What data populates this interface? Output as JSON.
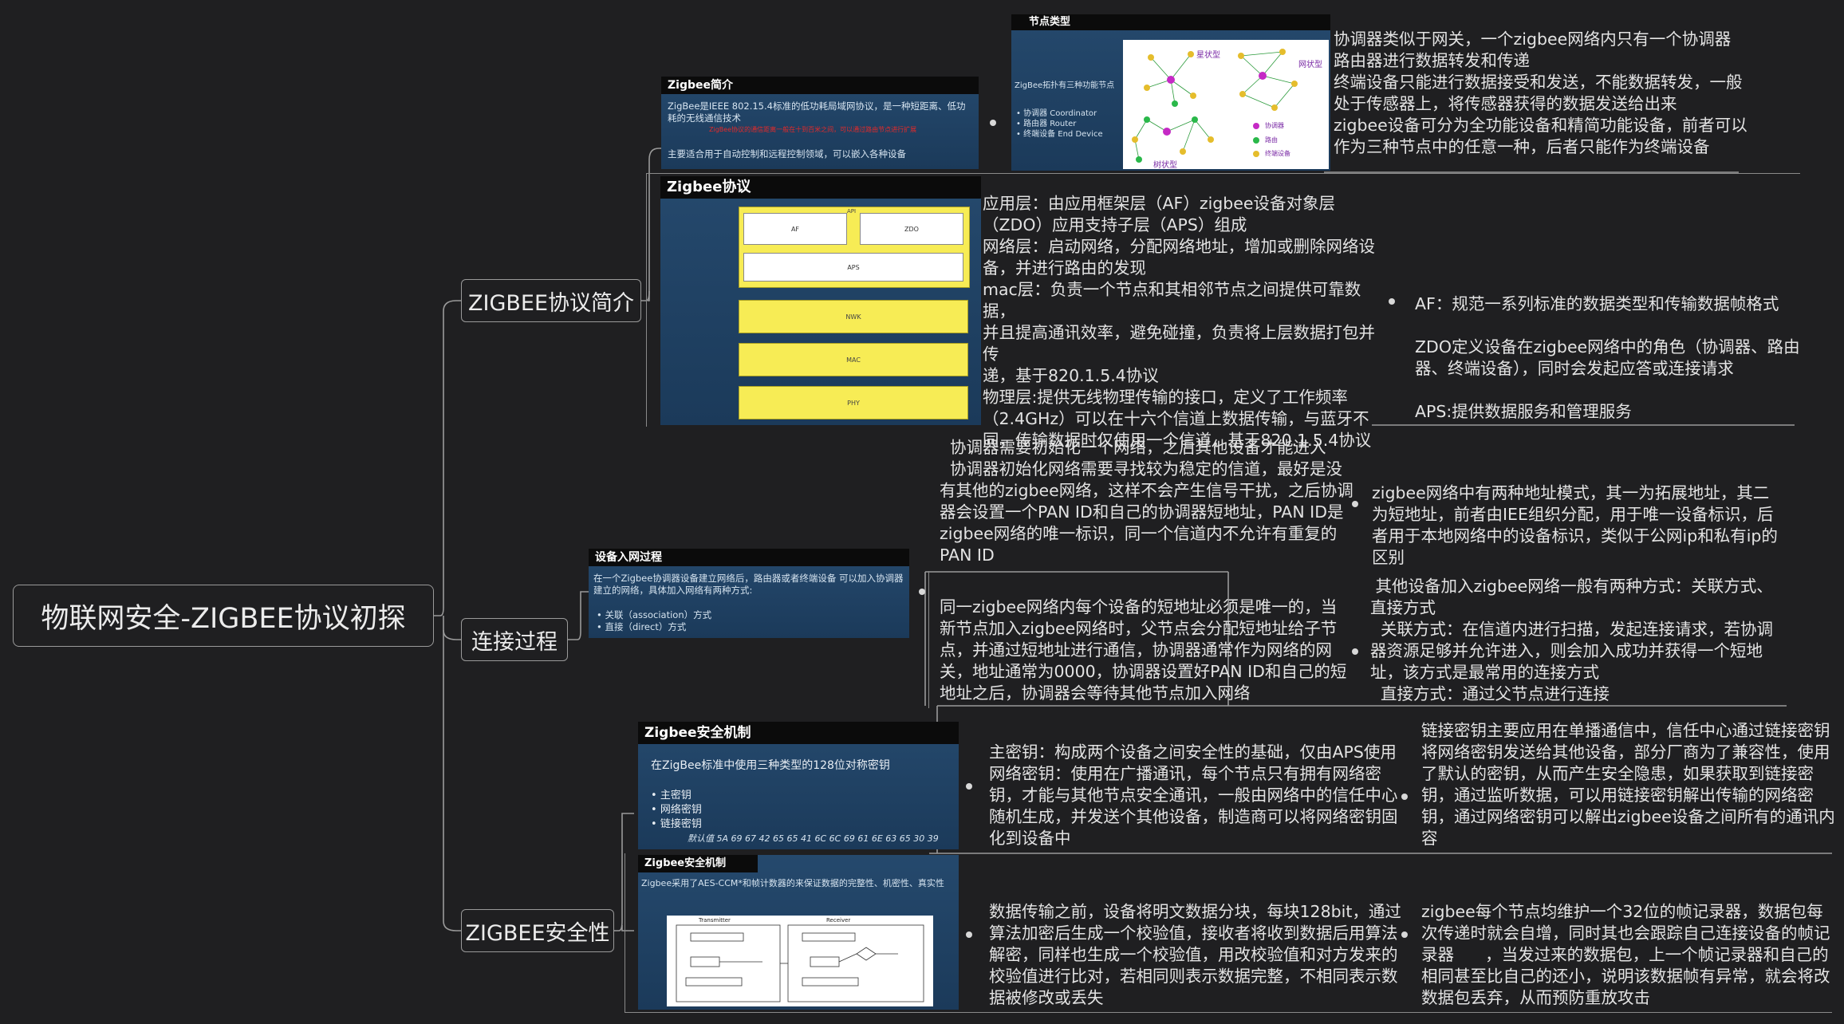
{
  "root": {
    "title": "物联网安全-ZIGBEE协议初探"
  },
  "branches": [
    {
      "label": "ZIGBEE协议简介"
    },
    {
      "label": "连接过程"
    },
    {
      "label": "ZIGBEE安全性"
    }
  ],
  "slides": {
    "intro": {
      "title": "Zigbee简介",
      "desc": "ZigBee是IEEE 802.15.4标准的低功耗局域网协议，是一种短距离、低功耗的无线通信技术",
      "note": "ZigBee协议的通信距离一般在十到百米之间，可以通过路由节点进行扩展",
      "usage": "主要适合用于自动控制和远程控制领域，可以嵌入各种设备"
    },
    "nodes": {
      "title": "节点类型",
      "subtitle": "ZigBee拓扑有三种功能节点",
      "items": [
        "协调器      Coordinator",
        "路由器      Router",
        "终端设备    End Device"
      ],
      "topo_labels": [
        "星状型",
        "网状型",
        "树状型"
      ],
      "legend": [
        "协调器",
        "路由",
        "终端设备"
      ]
    },
    "protocol": {
      "title": "Zigbee协议",
      "layers": [
        "API",
        "AF",
        "ZDO",
        "APS",
        "NWK",
        "MAC",
        "PHY"
      ]
    },
    "join": {
      "title": "设备入网过程",
      "desc": "在一个Zigbee协调器设备建立网络后，路由器或者终端设备 可以加入协调器建立的网络，具体加入网络有两种方式:",
      "items": [
        "关联（association）方式",
        "直接（direct）方式"
      ]
    },
    "security1": {
      "title": "Zigbee安全机制",
      "desc": "在ZigBee标准中使用三种类型的128位对称密钥",
      "items": [
        "主密钥",
        "网络密钥",
        "链接密钥"
      ],
      "default": "默认值 5A 69 67 42 65 65 41 6C 6C 69 61 6E 63 65 30 39"
    },
    "security2": {
      "title": "Zigbee安全机制",
      "desc": "Zigbee采用了AES-CCM*和帧计数器的来保证数据的完整性、机密性、真实性",
      "tx": "Transmitter",
      "rx": "Receiver"
    }
  },
  "texts": {
    "nodes_desc": "协调器类似于网关，一个zigbee网络内只有一个协调器\n路由器进行数据转发和传递\n终端设备只能进行数据接受和发送，不能数据转发，一般\n处于传感器上，将传感器获得的数据发送给出来\nzigbee设备可分为全功能设备和精简功能设备，前者可以\n作为三种节点中的任意一种，后者只能作为终端设备",
    "layers_desc": "应用层：由应用框架层（AF）zigbee设备对象层\n（ZDO）应用支持子层（APS）组成\n网络层：启动网络，分配网络地址，增加或删除网络设\n备，并进行路由的发现\nmac层：负责一个节点和其相邻节点之间提供可靠数据，\n并且提高通讯效率，避免碰撞，负责将上层数据打包并传\n递，基于820.1.5.4协议\n物理层:提供无线物理传输的接口，定义了工作频率\n（2.4GHz）可以在十六个信道上数据传输，与蓝牙不\n同，传输数据时仅使用一个信道，基于820.1.5.4协议",
    "app_sub": "AF：规范一系列标准的数据类型和传输数据帧格式\n\nZDO定义设备在zigbee网络中的角色（协调器、路由\n器、终端设备），同时会发起应答或连接请求\n\nAPS:提供数据服务和管理服务",
    "coord_init": "  协调器需要初始化一个网络，之后其他设备才能进入\n  协调器初始化网络需要寻找较为稳定的信道，最好是没\n有其他的zigbee网络，这样不会产生信号干扰，之后协调\n器会设置一个PAN ID和自己的协调器短地址，PAN ID是\nzigbee网络的唯一标识，同一个信道内不允许有重复的\nPAN ID",
    "addr_mode": "zigbee网络中有两种地址模式，其一为拓展地址，其二\n为短地址，前者由IEE组织分配，用于唯一设备标识，后\n者用于本地网络中的设备标识，类似于公网ip和私有ip的\n区别",
    "short_addr": "同一zigbee网络内每个设备的短地址必须是唯一的，当\n新节点加入zigbee网络时，父节点会分配短地址给子节\n点，并通过短地址进行通信，协调器通常作为网络的网\n关，地址通常为0000，协调器设置好PAN ID和自己的短\n地址之后，协调器会等待其他节点加入网络",
    "join_methods": " 其他设备加入zigbee网络一般有两种方式：关联方式、\n直接方式\n  关联方式：在信道内进行扫描，发起连接请求，若协调\n器资源足够并允许进入，则会加入成功并获得一个短地\n址，该方式是最常用的连接方式\n  直接方式：通过父节点进行连接",
    "keys": "主密钥：构成两个设备之间安全性的基础，仅由APS使用\n网络密钥：使用在广播通讯，每个节点只有拥有网络密\n钥，才能与其他节点安全通讯，一般由网络中的信任中心\n随机生成，并发送个其他设备，制造商可以将网络密钥固\n化到设备中",
    "link_key": "链接密钥主要应用在单播通信中，信任中心通过链接密钥\n将网络密钥发送给其他设备，部分厂商为了兼容性，使用\n了默认的密钥，从而产生安全隐患，如果获取到链接密\n钥，通过监听数据，可以用链接密钥解出传输的网络密\n钥，通过网络密钥可以解出zigbee设备之间所有的通讯内\n容",
    "encrypt": "数据传输之前，设备将明文数据分块，每块128bit，通过\n算法加密后生成一个校验值，接收者将收到数据后用算法\n解密，同样也生成一个校验值，用改校验值和对方发来的\n校验值进行比对，若相同则表示数据完整，不相同表示数\n据被修改或丢失",
    "counter": "zigbee每个节点均维护一个32位的帧记录器，数据包每\n次传递时就会自增，同时其也会跟踪自己连接设备的帧记\n录器      ，当发过来的数据包，上一个帧记录器和自己的\n相同甚至比自己的还小，说明该数据帧有异常，就会将改\n数据包丢弃，从而预防重放攻击"
  },
  "colors": {
    "background": "#1f1f21",
    "line": "#9a9a9a",
    "slide_blue": "#1b3a5a",
    "layer_yellow": "#f7ec55"
  }
}
